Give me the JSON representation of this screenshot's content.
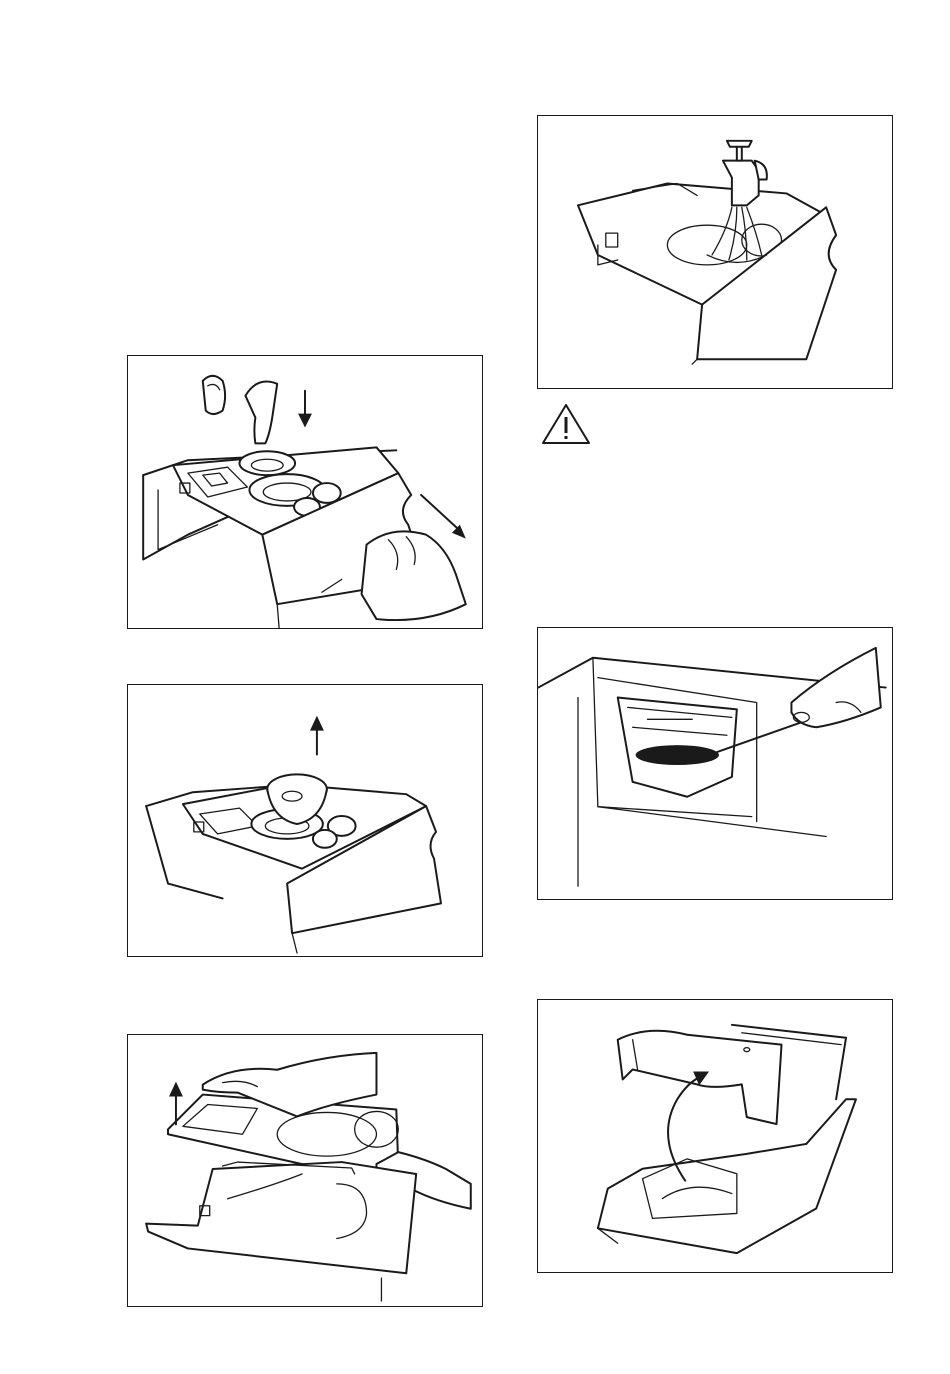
{
  "panels": [
    {
      "id": "p-press",
      "name": "press-release-lever-pull-out-drawer"
    },
    {
      "id": "p-lift",
      "name": "lift-out-siphon-insert"
    },
    {
      "id": "p-remove",
      "name": "remove-drawer-top-cover"
    },
    {
      "id": "p-rinse",
      "name": "rinse-drawer-under-tap"
    },
    {
      "id": "p-brush",
      "name": "clean-drawer-recess-with-brush"
    },
    {
      "id": "p-reinsert",
      "name": "reinsert-drawer-cover"
    }
  ],
  "icons": {
    "warning": "warning-triangle-icon"
  }
}
